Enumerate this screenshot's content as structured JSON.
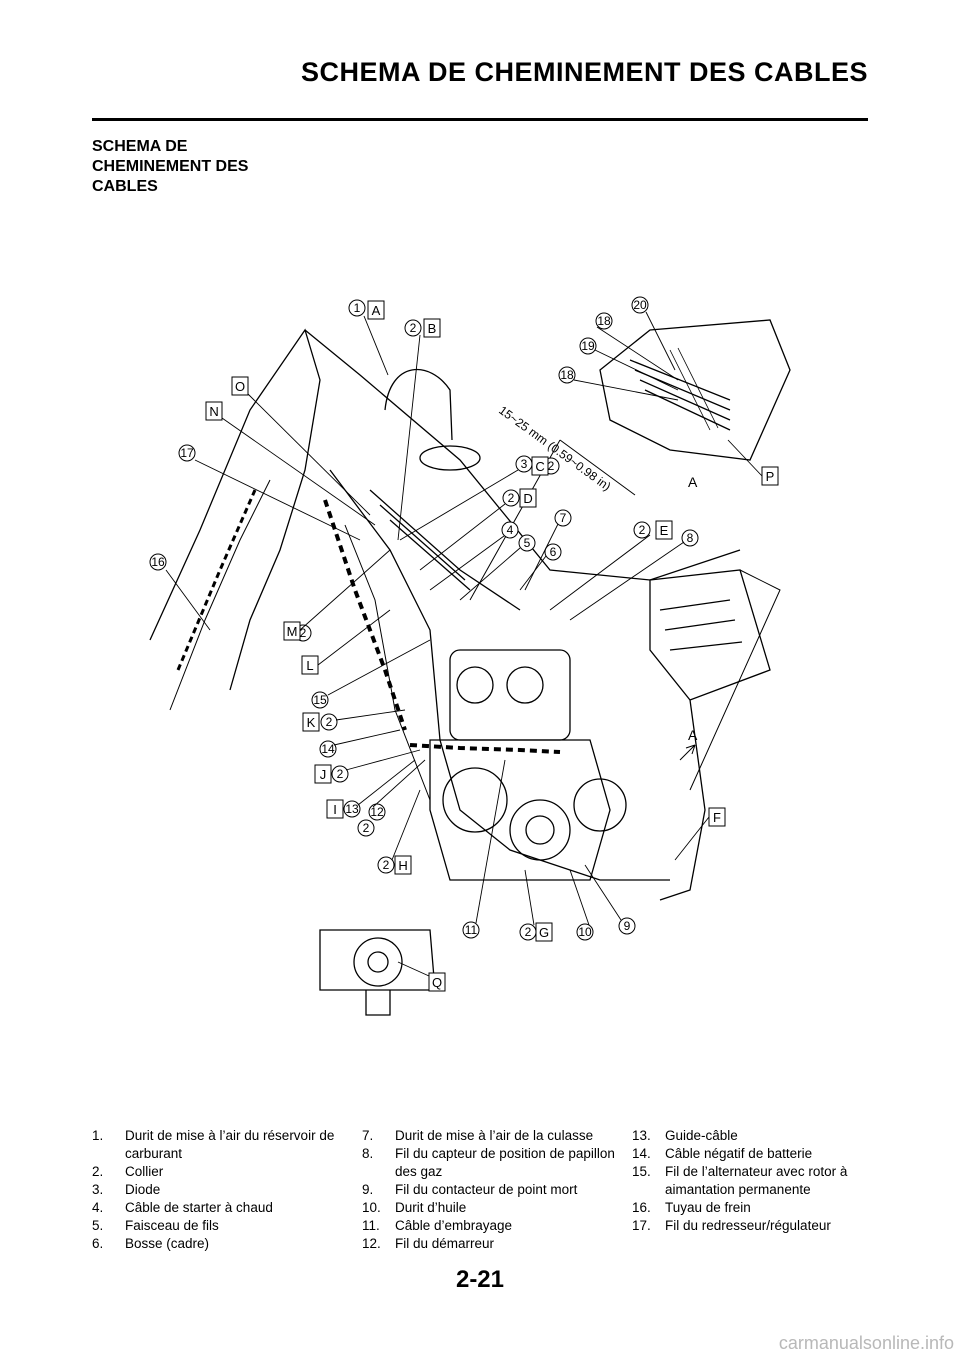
{
  "header": {
    "title": "SCHEMA DE CHEMINEMENT DES CABLES"
  },
  "section": {
    "title_lines": [
      "SCHEMA DE",
      "CHEMINEMENT DES",
      "CABLES"
    ]
  },
  "diagram": {
    "dimension_note": "15~25 mm (0.59~0.98 in)",
    "callout_numbers": [
      "1",
      "2",
      "2",
      "2",
      "3",
      "2",
      "2",
      "4",
      "5",
      "6",
      "7",
      "2",
      "8",
      "9",
      "10",
      "2",
      "11",
      "2",
      "12",
      "13",
      "2",
      "14",
      "2",
      "15",
      "16",
      "17",
      "18",
      "18",
      "19",
      "20"
    ],
    "callout_letters": [
      "A",
      "B",
      "C",
      "D",
      "E",
      "F",
      "G",
      "H",
      "I",
      "J",
      "K",
      "L",
      "M",
      "N",
      "O",
      "P",
      "Q"
    ],
    "view_marker": "A"
  },
  "legend": {
    "columns": [
      [
        {
          "num": "1.",
          "text": "Durit de mise à l’air du réservoir de carburant"
        },
        {
          "num": "2.",
          "text": "Collier"
        },
        {
          "num": "3.",
          "text": "Diode"
        },
        {
          "num": "4.",
          "text": "Câble de starter à chaud"
        },
        {
          "num": "5.",
          "text": "Faisceau de fils"
        },
        {
          "num": "6.",
          "text": "Bosse (cadre)"
        }
      ],
      [
        {
          "num": "7.",
          "text": "Durit de mise à l’air de la culasse"
        },
        {
          "num": "8.",
          "text": "Fil du capteur de position de papillon des gaz"
        },
        {
          "num": "9.",
          "text": "Fil du contacteur de point mort"
        },
        {
          "num": "10.",
          "text": "Durit d’huile"
        },
        {
          "num": "11.",
          "text": "Câble d’embrayage"
        },
        {
          "num": "12.",
          "text": "Fil du démarreur"
        }
      ],
      [
        {
          "num": "13.",
          "text": "Guide-câble"
        },
        {
          "num": "14.",
          "text": "Câble négatif de batterie"
        },
        {
          "num": "15.",
          "text": "Fil de l’alternateur avec rotor à aimantation permanente"
        },
        {
          "num": "16.",
          "text": "Tuyau de frein"
        },
        {
          "num": "17.",
          "text": "Fil du redresseur/régulateur"
        }
      ]
    ]
  },
  "page_number": "2-21",
  "watermark": "carmanualsonline.info"
}
